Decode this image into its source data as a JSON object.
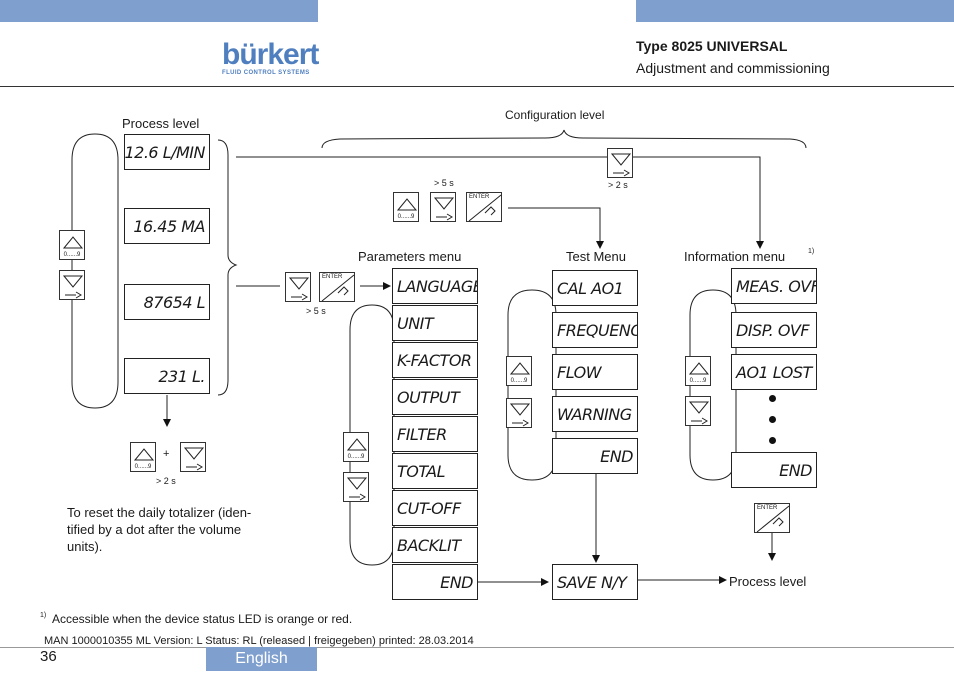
{
  "header": {
    "title": "Type 8025 UNIVERSAL",
    "subtitle": "Adjustment and commissioning",
    "logo_name": "bürkert",
    "logo_tagline": "FLUID CONTROL SYSTEMS"
  },
  "levels": {
    "process": "Process level",
    "configuration": "Configuration level",
    "parameters": "Parameters menu",
    "test": "Test Menu",
    "information": "Information menu",
    "information_note": "1)",
    "process_return": "Process level"
  },
  "process_displays": [
    "12.6 L/MIN",
    "16.45 MA",
    "87654 L",
    "231 L."
  ],
  "parameters_items": [
    "LANGUAGE",
    "UNIT",
    "K-FACTOR",
    "OUTPUT",
    "FILTER",
    "TOTAL",
    "CUT-OFF",
    "BACKLIT",
    "END"
  ],
  "test_items": [
    "CAL AO1",
    "FREQUENC.",
    "FLOW",
    "WARNING",
    "END"
  ],
  "info_items": [
    "MEAS. OVF",
    "DISP. OVF",
    "AO1 LOST",
    "END"
  ],
  "save_display": "SAVE N/Y",
  "buttons": {
    "up_caption": "0......9",
    "enter_caption": "ENTER",
    "plus": "+"
  },
  "timings": {
    "config_hold": "> 5 s",
    "config_hold2": "> 2 s",
    "param_hold": "> 5 s",
    "reset_hold": "> 2 s"
  },
  "reset_note": [
    "To reset the daily totalizer (iden-",
    "tified by a dot after the volume",
    "units)."
  ],
  "footnote": {
    "mark": "1)",
    "text": "Accessible when the device status LED is orange or red."
  },
  "footer": {
    "doc_line": "MAN  1000010355  ML  Version: L Status: RL (released | freigegeben)  printed: 28.03.2014",
    "page_number": "36",
    "language": "English"
  },
  "colors": {
    "band": "#7f9fcf",
    "logo": "#4f7fbf"
  }
}
